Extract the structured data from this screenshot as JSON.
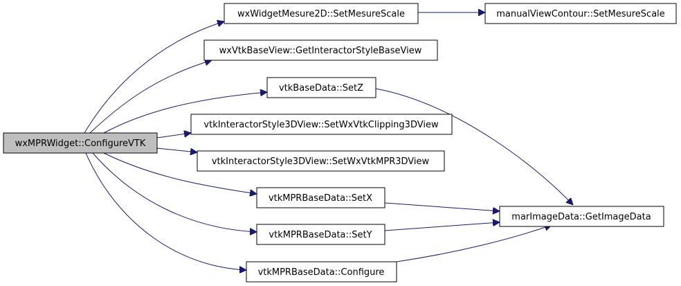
{
  "diagram": {
    "type": "call-graph",
    "colors": {
      "edge": "#191970",
      "root_fill": "#bfbfbf",
      "node_fill": "#ffffff",
      "node_border": "#000000",
      "text": "#000000"
    },
    "root": {
      "id": "configure-vtk",
      "label": "wxMPRWidget::ConfigureVTK"
    },
    "nodes": [
      {
        "id": "set-mesure-scale-2d",
        "label": "wxWidgetMesure2D::SetMesureScale"
      },
      {
        "id": "contour-set-mesure-scale",
        "label": "manualViewContour::SetMesureScale"
      },
      {
        "id": "get-interactor-style-base-view",
        "label": "wxVtkBaseView::GetInteractorStyleBaseView"
      },
      {
        "id": "base-data-set-z",
        "label": "vtkBaseData::SetZ"
      },
      {
        "id": "set-wx-vtk-clipping-3d-view",
        "label": "vtkInteractorStyle3DView::SetWxVtkClipping3DView"
      },
      {
        "id": "set-wx-vtk-mpr-3d-view",
        "label": "vtkInteractorStyle3DView::SetWxVtkMPR3DView"
      },
      {
        "id": "mpr-set-x",
        "label": "vtkMPRBaseData::SetX"
      },
      {
        "id": "get-image-data",
        "label": "marImageData::GetImageData"
      },
      {
        "id": "mpr-set-y",
        "label": "vtkMPRBaseData::SetY"
      },
      {
        "id": "mpr-configure",
        "label": "vtkMPRBaseData::Configure"
      }
    ],
    "edges": [
      {
        "from": "configure-vtk",
        "to": "set-mesure-scale-2d"
      },
      {
        "from": "set-mesure-scale-2d",
        "to": "contour-set-mesure-scale"
      },
      {
        "from": "configure-vtk",
        "to": "get-interactor-style-base-view"
      },
      {
        "from": "configure-vtk",
        "to": "base-data-set-z"
      },
      {
        "from": "base-data-set-z",
        "to": "get-image-data"
      },
      {
        "from": "configure-vtk",
        "to": "set-wx-vtk-clipping-3d-view"
      },
      {
        "from": "configure-vtk",
        "to": "set-wx-vtk-mpr-3d-view"
      },
      {
        "from": "configure-vtk",
        "to": "mpr-set-x"
      },
      {
        "from": "mpr-set-x",
        "to": "get-image-data"
      },
      {
        "from": "configure-vtk",
        "to": "mpr-set-y"
      },
      {
        "from": "mpr-set-y",
        "to": "get-image-data"
      },
      {
        "from": "configure-vtk",
        "to": "mpr-configure"
      },
      {
        "from": "mpr-configure",
        "to": "get-image-data"
      }
    ]
  }
}
